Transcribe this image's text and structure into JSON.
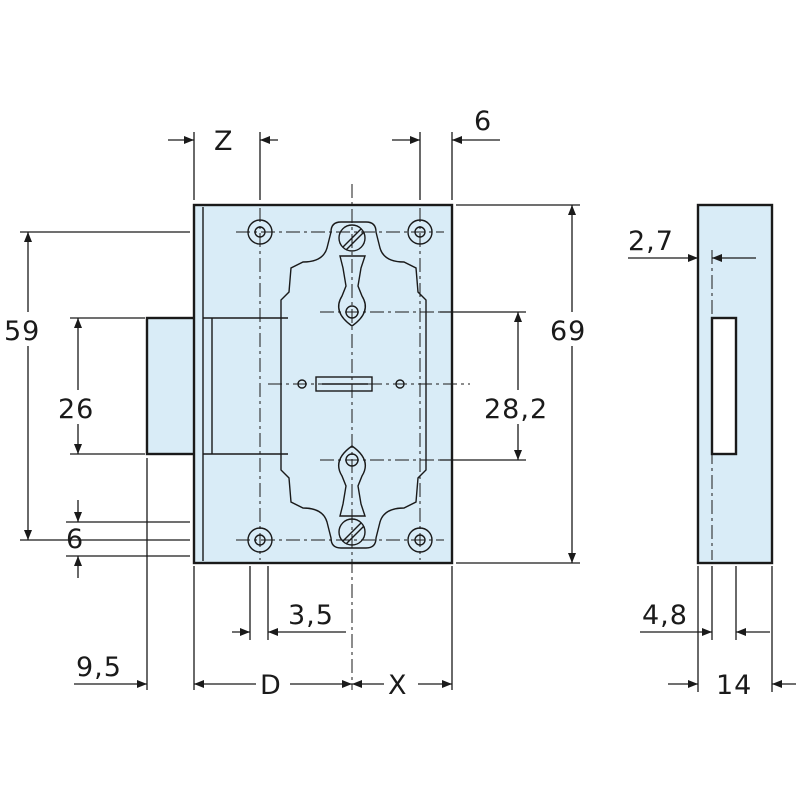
{
  "colors": {
    "lock_body": "#d9ecf7",
    "line": "#1a1a1a",
    "background": "#ffffff"
  },
  "dimensions": {
    "z": "Z",
    "six_top": "6",
    "fifty_nine": "59",
    "twenty_six": "26",
    "six_left": "6",
    "nine_five": "9,5",
    "three_five": "3,5",
    "d": "D",
    "x": "X",
    "sixty_nine": "69",
    "twenty_eight_two": "28,2",
    "two_seven": "2,7",
    "four_eight": "4,8",
    "fourteen": "14"
  }
}
